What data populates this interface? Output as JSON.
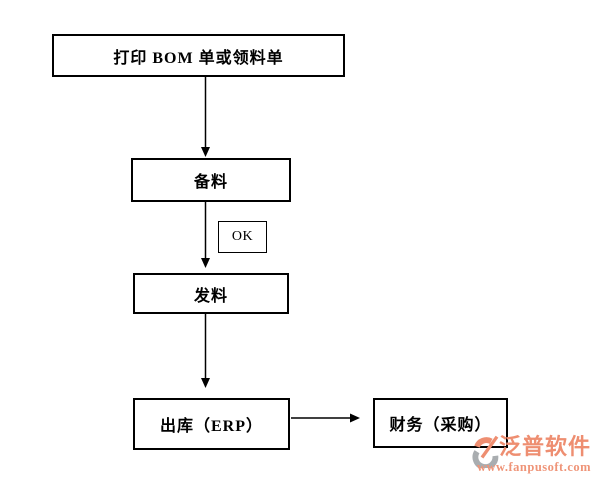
{
  "canvas": {
    "background": "#ffffff",
    "line_color": "#000000"
  },
  "flowchart": {
    "nodes": {
      "print": {
        "label": "打印 BOM 单或领料单"
      },
      "prepare": {
        "label": "备料"
      },
      "ok": {
        "label": "OK"
      },
      "issue": {
        "label": "发料"
      },
      "outbound": {
        "label": "出库（ERP）"
      },
      "finance": {
        "label": "财务（采购）"
      }
    },
    "edges": [
      {
        "from": "打印 BOM 单或领料单",
        "to": "备料",
        "direction": "down"
      },
      {
        "from": "备料",
        "to": "发料",
        "direction": "down",
        "note": "OK"
      },
      {
        "from": "发料",
        "to": "出库（ERP）",
        "direction": "down"
      },
      {
        "from": "出库（ERP）",
        "to": "财务（采购）",
        "direction": "right"
      }
    ]
  },
  "watermark": {
    "brand_name": "泛普软件",
    "website": "www.fanpusoft.com",
    "brand_color": "#ee8e71",
    "url_color": "#ef9478",
    "icon": "fanpu-swoosh-icon",
    "icon_gray": "#a9adb0"
  }
}
